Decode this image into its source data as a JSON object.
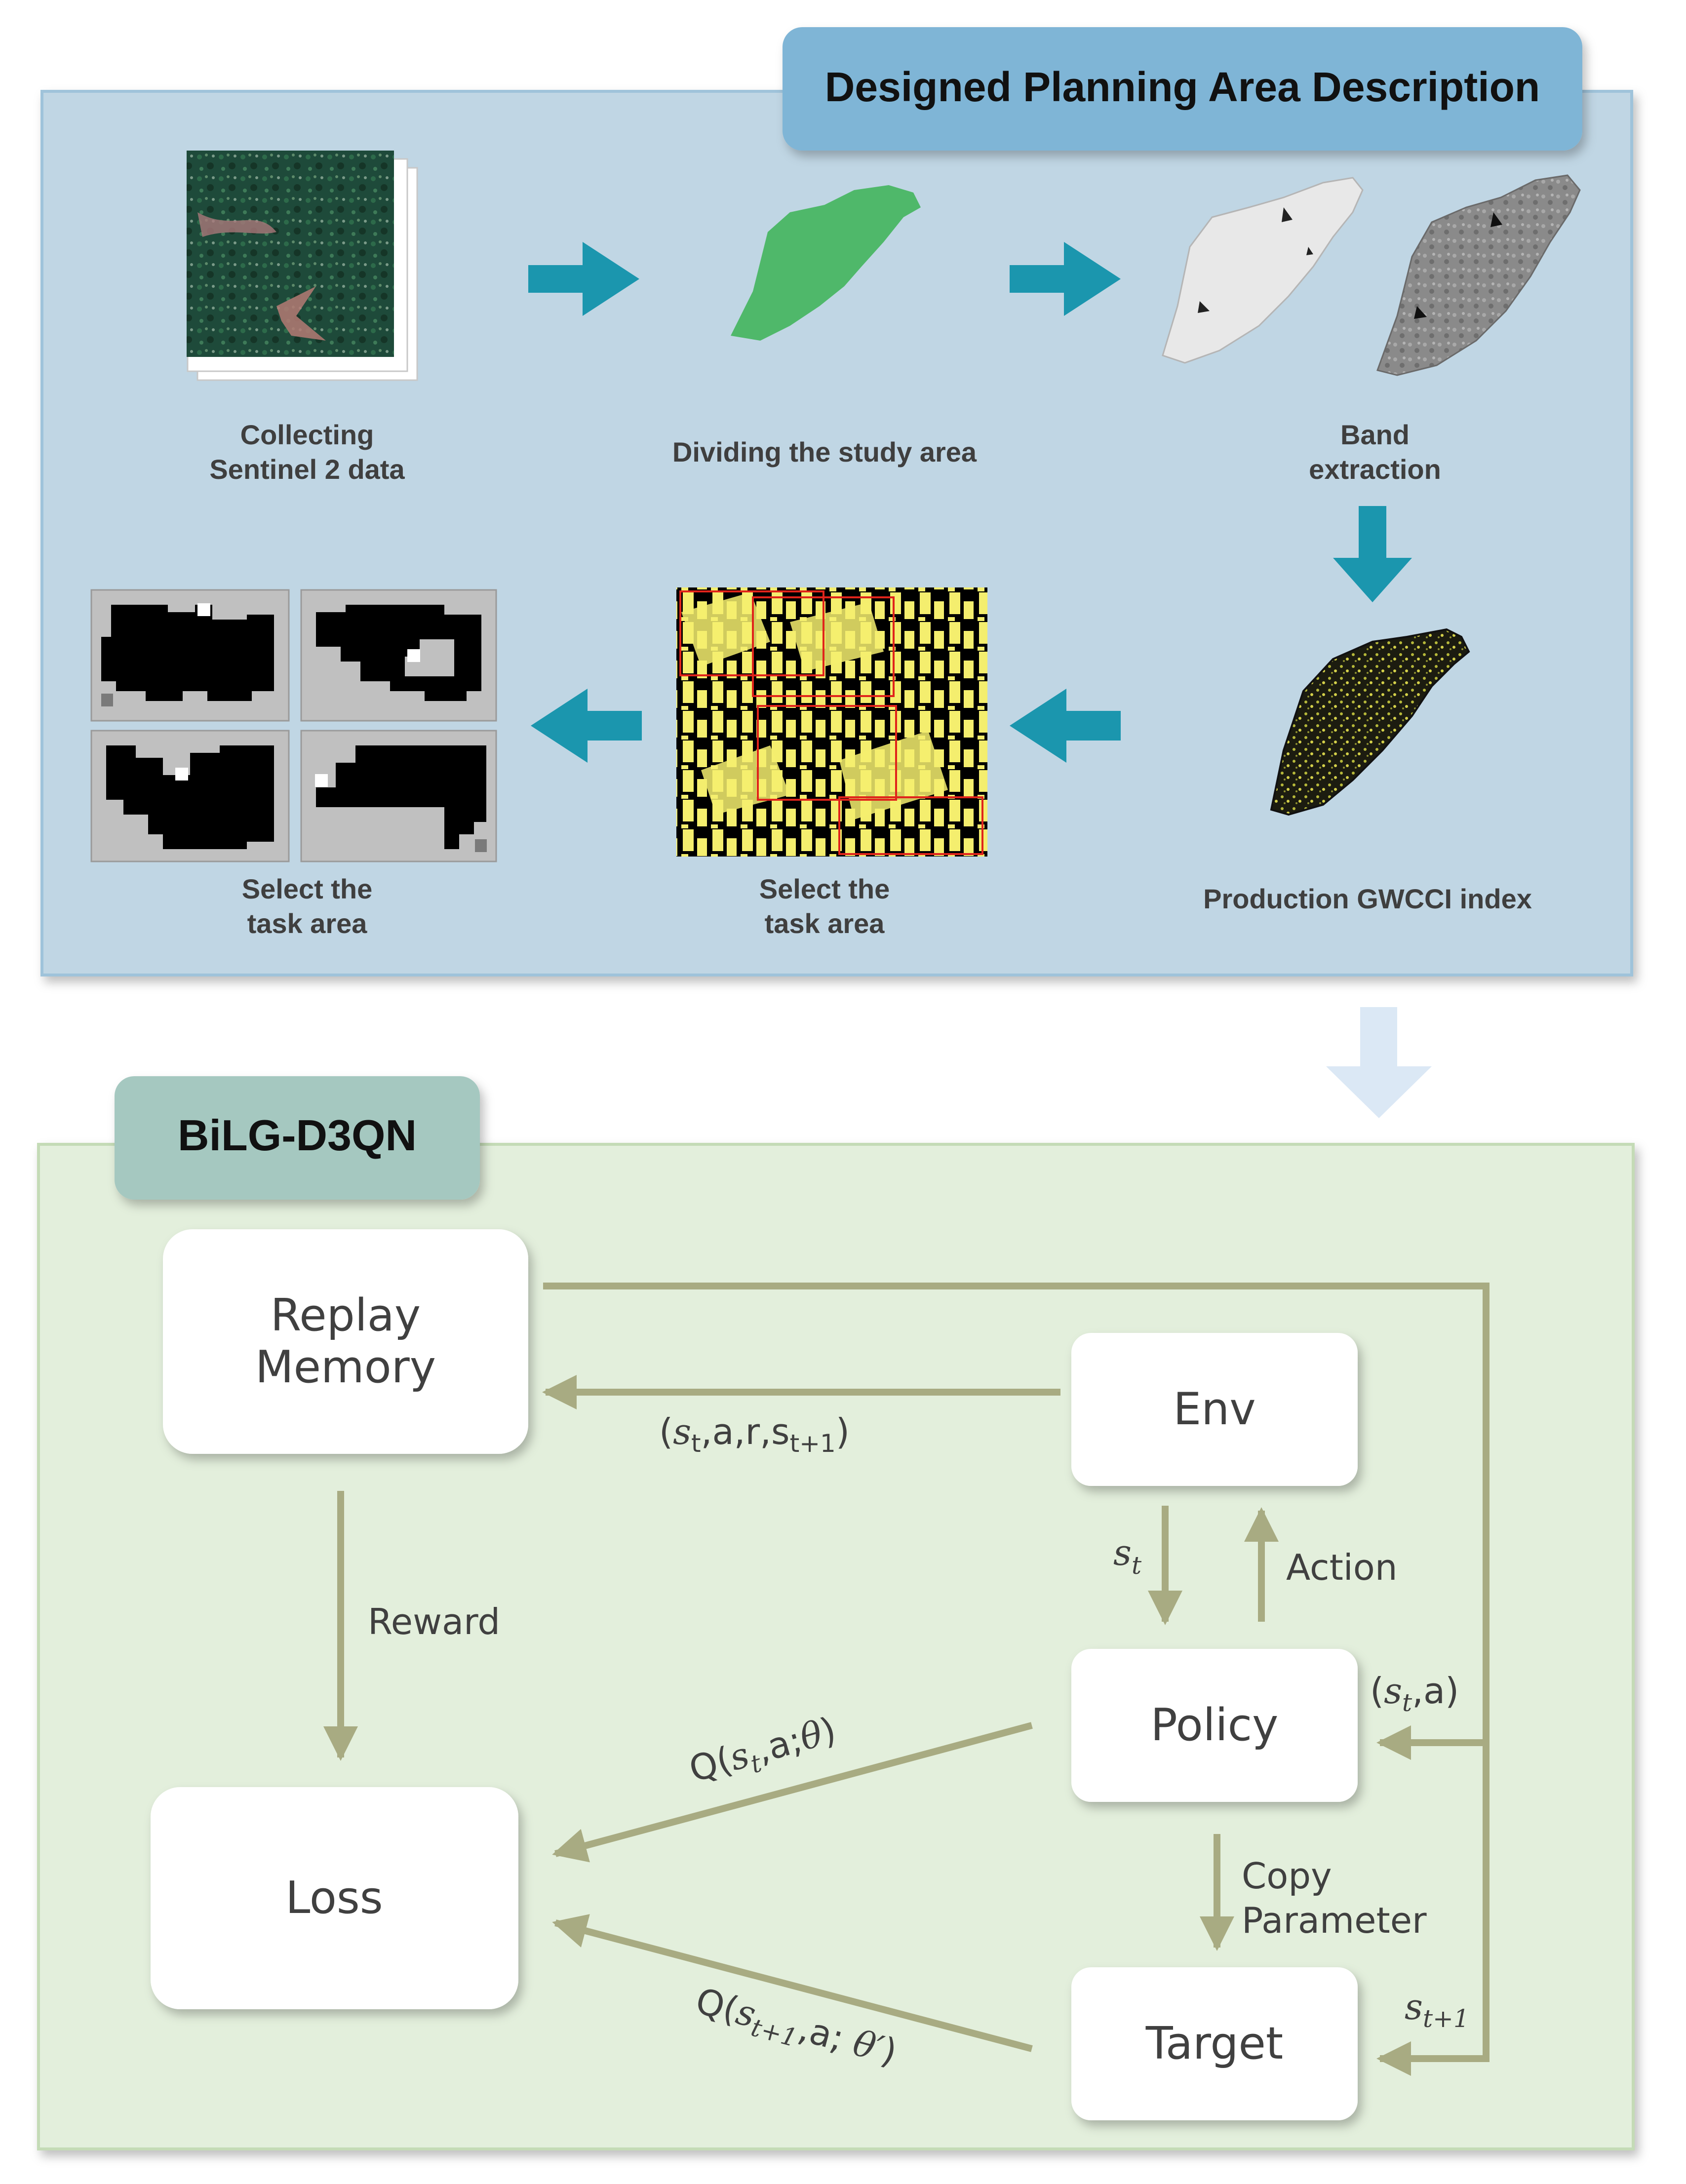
{
  "top_panel": {
    "title": "Designed Planning Area Description",
    "steps": [
      "Collecting Sentinel 2 data",
      "Dividing the study area",
      "Band extraction",
      "Production GWCCI index",
      "Select the task area",
      "Select the task area"
    ],
    "caption_lines": {
      "collect_1": "Collecting",
      "collect_2": "Sentinel 2 data",
      "divide": "Dividing the study area",
      "band_1": "Band",
      "band_2": "extraction",
      "gwcci": "Production GWCCI index",
      "select_mid_1": "Select the",
      "select_mid_2": "task area",
      "select_left_1": "Select the",
      "select_left_2": "task area"
    }
  },
  "bottom_panel": {
    "title": "BiLG-D3QN",
    "nodes": {
      "replay_1": "Replay",
      "replay_2": "Memory",
      "env": "Env",
      "policy": "Policy",
      "target": "Target",
      "loss": "Loss"
    },
    "edges": {
      "transition": {
        "open": "(",
        "s": "s",
        "t": "t",
        "rest": ",a,r,s",
        "t1": "t+1",
        "close": ")"
      },
      "state": {
        "s": "s",
        "t": "t"
      },
      "action": "Action",
      "reward": "Reward",
      "sa": {
        "open": "(",
        "s": "s",
        "t": "t",
        "rest": ",a)"
      },
      "next_state": {
        "s": "s",
        "t1": "t+1"
      },
      "copy_1": "Copy",
      "copy_2": "Parameter",
      "q_policy": {
        "pre": "Q(",
        "s": "s",
        "t": "t",
        "rest": ",a;",
        "theta": "θ",
        "close": ")"
      },
      "q_target": {
        "pre": "Q(",
        "s": "s",
        "t1": "t+1",
        "rest": ",a; ",
        "theta": "θ′",
        "close": ")"
      }
    }
  },
  "colors": {
    "top_panel_fill": "#c0d6e4",
    "top_title_fill": "#7fb5d6",
    "bottom_panel_fill": "#e3efdc",
    "bottom_title_fill": "#a5c8c0",
    "teal_arrow": "#1b96ae",
    "olive_arrow": "#a8ab82",
    "green_region": "#4fb86a",
    "yellow_pixels": "#f4ee6e",
    "red_box": "#e0241b"
  }
}
